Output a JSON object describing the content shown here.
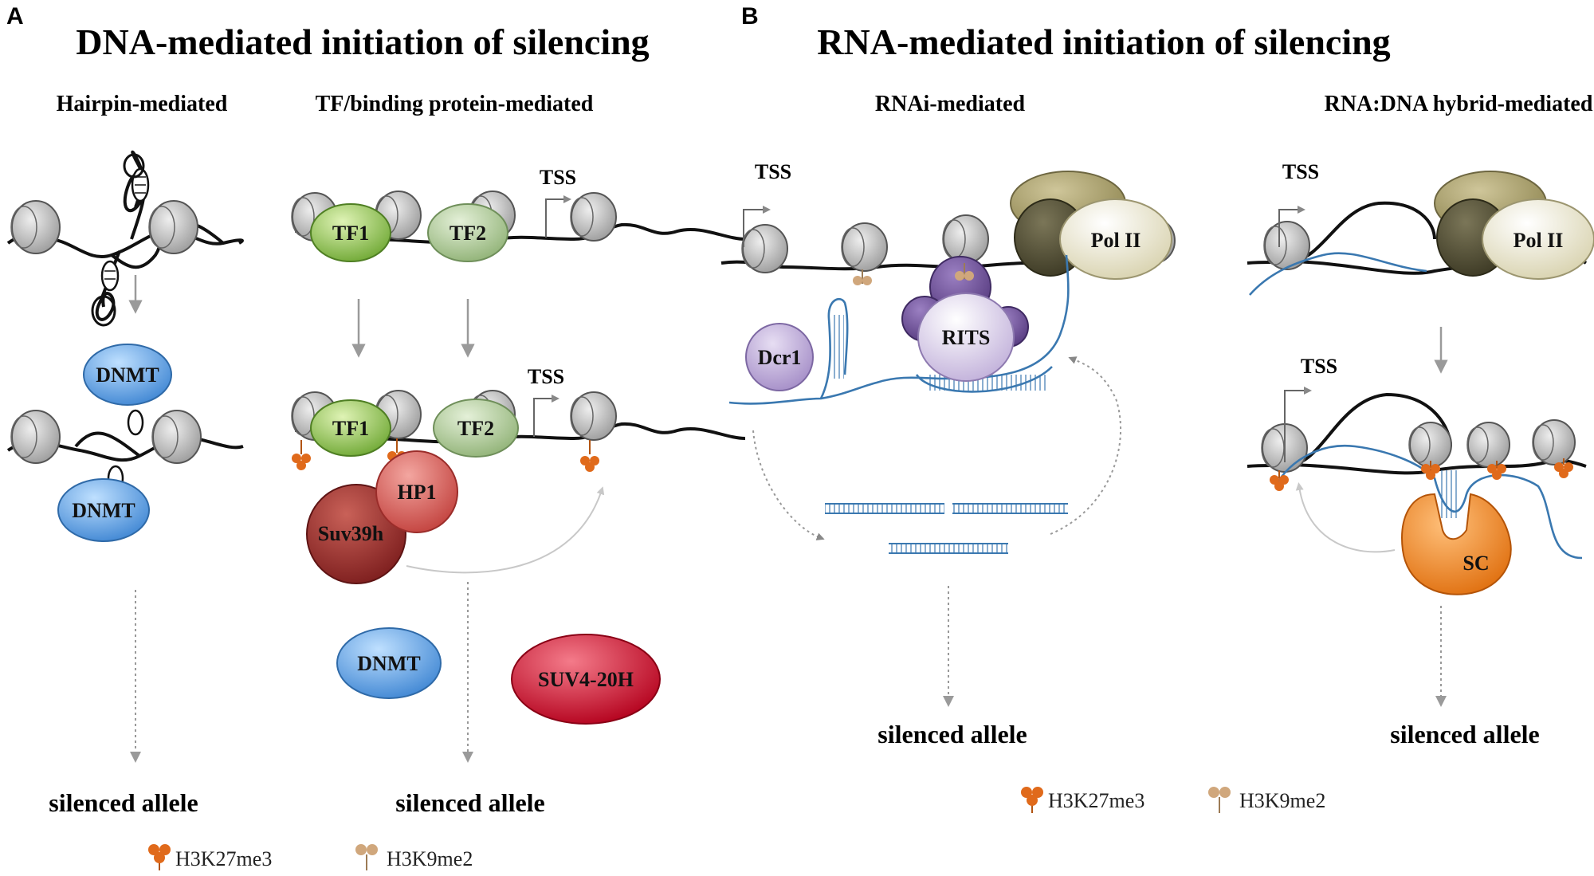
{
  "panel_a": {
    "letter": "A",
    "title": "DNA-mediated initiation of silencing",
    "col1": {
      "subtitle": "Hairpin-mediated",
      "proteins": [
        "DNMT",
        "DNMT"
      ],
      "result": "silenced allele"
    },
    "col2": {
      "subtitle": "TF/binding protein-mediated",
      "tss": [
        "TSS",
        "TSS"
      ],
      "proteins_top": [
        "TF1",
        "TF2"
      ],
      "proteins_mid": [
        "TF1",
        "TF2",
        "HP1",
        "Suv39h"
      ],
      "proteins_bottom": [
        "DNMT",
        "SUV4-20H"
      ],
      "result": "silenced allele"
    },
    "legend": [
      "H3K27me3",
      "H3K9me2"
    ]
  },
  "panel_b": {
    "letter": "B",
    "title": "RNA-mediated initiation of silencing",
    "col1": {
      "subtitle": "RNAi-mediated",
      "tss": "TSS",
      "proteins": [
        "Pol II",
        "Dcr1",
        "RITS"
      ],
      "result": "silenced allele"
    },
    "col2": {
      "subtitle": "RNA:DNA hybrid-mediated",
      "tss": [
        "TSS",
        "TSS"
      ],
      "proteins": [
        "Pol II",
        "SC"
      ],
      "result": "silenced allele"
    },
    "legend": [
      "H3K27me3",
      "H3K9me2"
    ]
  },
  "colors": {
    "dnmt": "#5a9de0",
    "tf1": "#8bc34a",
    "tf2": "#a9c98e",
    "hp1": "#d9534f",
    "suv39h": "#9e2a2a",
    "suv420h": "#d0102c",
    "pol2_cap": "#ece8cf",
    "pol2_dark": "#4e4a32",
    "pol2_olive": "#a59c68",
    "dcr1": "#c0aedb",
    "rits": "#d8cce8",
    "rits_back": "#6b4f94",
    "sc": "#f08a1c",
    "rna": "#3a78b0",
    "h3k27me3": "#e06a1b",
    "h3k9me2": "#d0a77c"
  }
}
